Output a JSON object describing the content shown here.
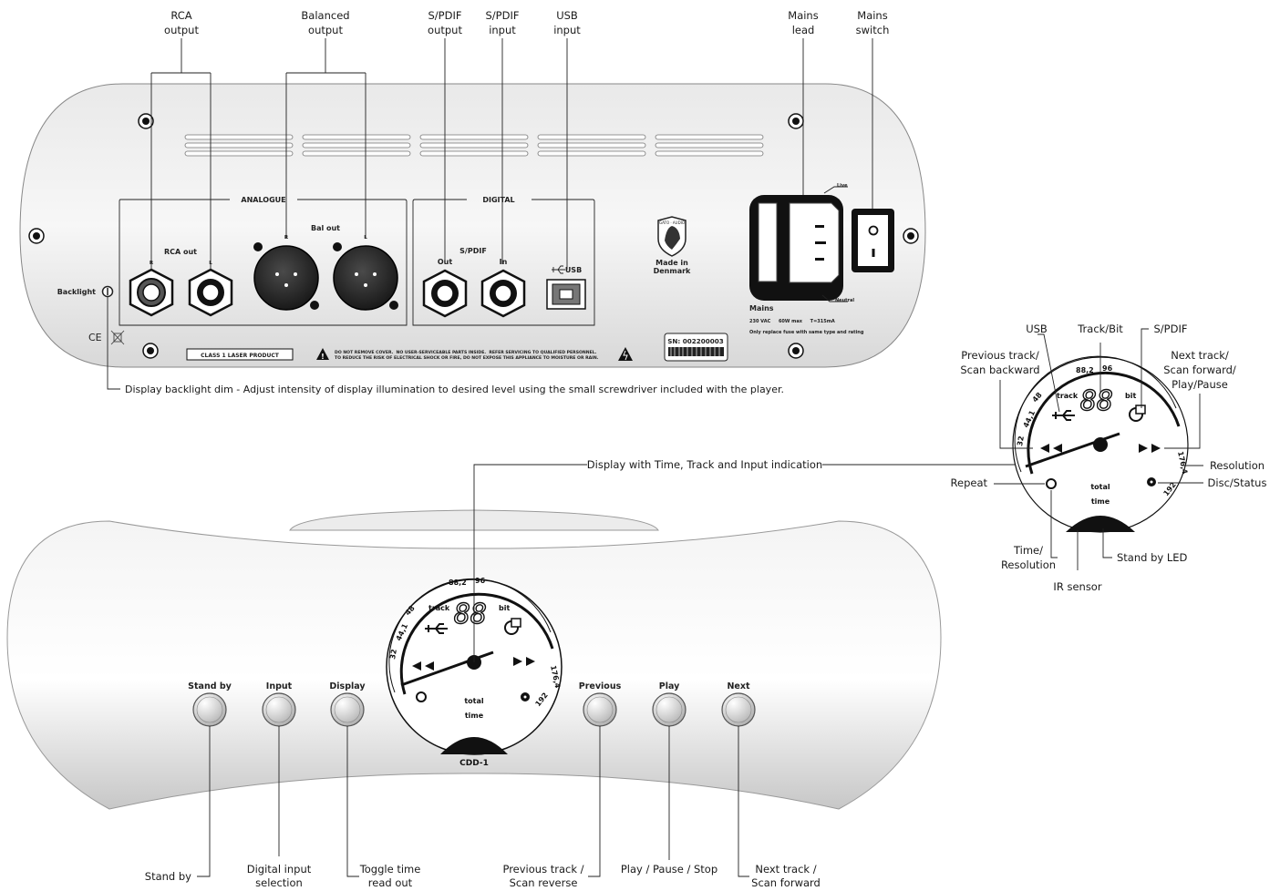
{
  "rear_callouts": {
    "rca_output": [
      "RCA",
      "output"
    ],
    "balanced_output": [
      "Balanced",
      "output"
    ],
    "spdif_output": [
      "S/PDIF",
      "output"
    ],
    "spdif_input": [
      "S/PDIF",
      "input"
    ],
    "usb_input": [
      "USB",
      "input"
    ],
    "mains_lead": [
      "Mains",
      "lead"
    ],
    "mains_switch": [
      "Mains",
      "switch"
    ],
    "backlight_note": "Display backlight dim - Adjust intensity of display illumination to desired level using the small screwdriver included with the player."
  },
  "rear_panel": {
    "analogue": "ANALOGUE",
    "digital": "DIGITAL",
    "rca_out": "RCA out",
    "bal_out": "Bal out",
    "r": "R",
    "l": "L",
    "spdif": "S/PDIF",
    "out": "Out",
    "in": "In",
    "usb": "USB",
    "backlight": "Backlight",
    "made_in": [
      "Made in",
      "Denmark"
    ],
    "logo_text": "GATO · AUDIO",
    "live": "Live",
    "neutral": "Neutral",
    "mains": "Mains",
    "mains_rating": "230 VAC     60W max     T=315mA",
    "fuse_note": "Only replace fuse with same type and rating",
    "serial": "SN: 002200003",
    "laser": "CLASS 1 LASER PRODUCT",
    "warning": [
      "DO NOT REMOVE COVER.  NO USER-SERVICEABLE PARTS INSIDE.  REFER SERVICING TO QUALIFIED PERSONNEL.",
      "TO REDUCE THE RISK OF ELECTRICAL SHOCK OR FIRE, DO NOT EXPOSE THIS APPLIANCE TO MOISTURE OR RAIN."
    ],
    "ce": "CE"
  },
  "display": {
    "digits": "88",
    "track": "track",
    "bit": "bit",
    "total": "total",
    "time": "time",
    "scale": [
      "32",
      "44,1",
      "48",
      "88,2",
      "96",
      "176,4",
      "192"
    ],
    "model": "CDD-1"
  },
  "display_callouts": {
    "usb": "USB",
    "track_bit": "Track/Bit",
    "spdif": "S/PDIF",
    "prev": [
      "Previous track/",
      "Scan backward"
    ],
    "next": [
      "Next track/",
      "Scan forward/",
      "Play/Pause"
    ],
    "resolution": "Resolution",
    "disc_status": "Disc/Status",
    "repeat": "Repeat",
    "time_res": [
      "Time/",
      "Resolution"
    ],
    "standby_led": "Stand by LED",
    "ir_sensor": "IR sensor",
    "display_with": "Display with Time, Track and Input indication"
  },
  "front_buttons": {
    "standby": "Stand by",
    "input": "Input",
    "display": "Display",
    "previous": "Previous",
    "play": "Play",
    "next": "Next"
  },
  "front_callouts": {
    "standby": [
      "Stand by"
    ],
    "digital_input": [
      "Digital input",
      "selection"
    ],
    "toggle_time": [
      "Toggle time",
      "read out"
    ],
    "prev_track": [
      "Previous track /",
      "Scan reverse"
    ],
    "play_pause": [
      "Play / Pause / Stop"
    ],
    "next_track": [
      "Next track /",
      "Scan forward"
    ]
  },
  "colors": {
    "panel_light": "#f4f4f4",
    "panel_dark": "#c9c9c9",
    "ink": "#1a1a1a"
  }
}
